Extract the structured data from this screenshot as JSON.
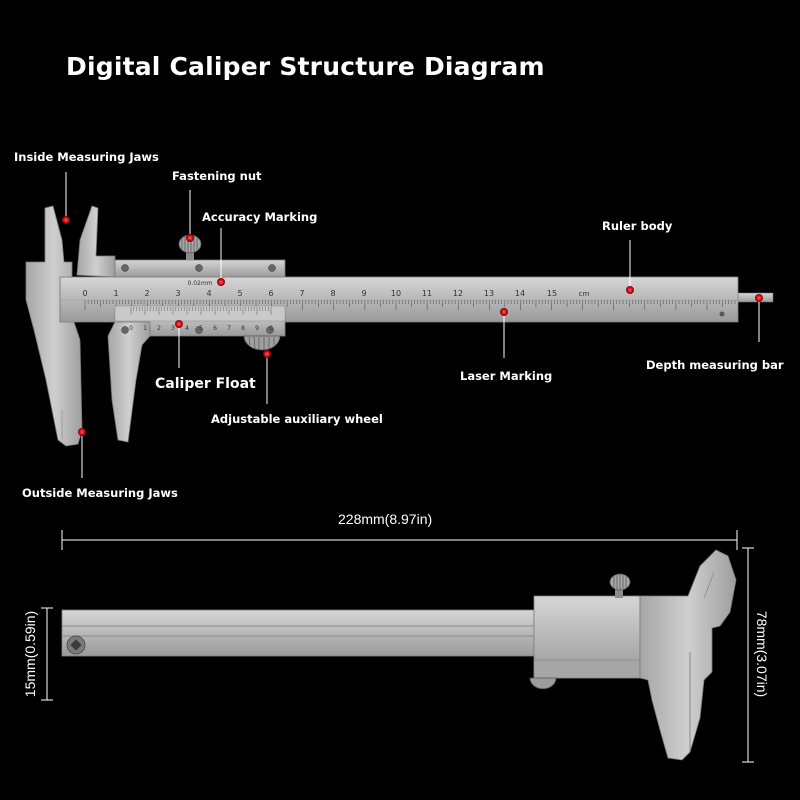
{
  "title": "Digital Caliper Structure Diagram",
  "labels": {
    "inside_jaws": "Inside Measuring Jaws",
    "fastening_nut": "Fastening nut",
    "accuracy_marking": "Accuracy Marking",
    "ruler_body": "Ruler body",
    "caliper_float": "Caliper Float",
    "laser_marking": "Laser Marking",
    "depth_bar": "Depth measuring bar",
    "aux_wheel": "Adjustable auxiliary wheel",
    "outside_jaws": "Outside Measuring Jaws"
  },
  "dimensions": {
    "length": "228mm(8.97in)",
    "bar_height": "15mm(0.59in)",
    "total_height": "78mm(3.07in)"
  },
  "scale": {
    "main_numbers": [
      "0",
      "1",
      "2",
      "3",
      "4",
      "5",
      "6",
      "7",
      "8",
      "9",
      "10",
      "11",
      "12",
      "13",
      "14",
      "15"
    ],
    "unit": "cm",
    "vernier_precision": "0.02mm",
    "vernier_numbers": [
      "0",
      "1",
      "2",
      "3",
      "4",
      "5",
      "6",
      "7",
      "8",
      "9",
      "0"
    ]
  },
  "colors": {
    "background": "#000000",
    "text": "#ffffff",
    "marker": "#e3131b",
    "steel": "#b4b4b4"
  }
}
